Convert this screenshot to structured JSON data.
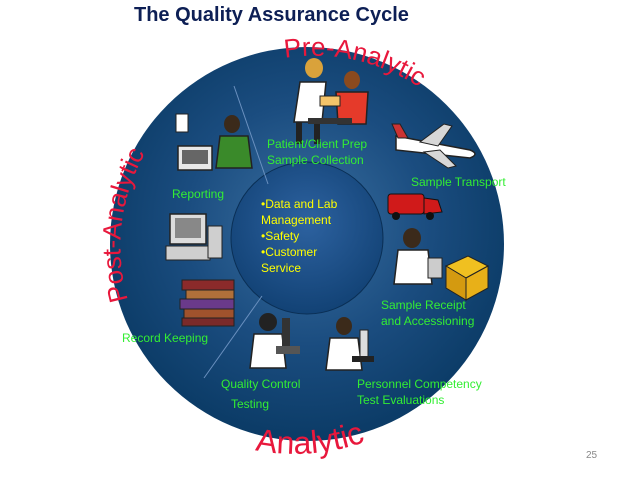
{
  "title": "The Quality Assurance Cycle",
  "phases": {
    "pre": "Pre-Analytic",
    "post": "Post-Analytic",
    "analytic": "Analytic"
  },
  "labels": {
    "patient_prep_1": "Patient/Client Prep",
    "patient_prep_2": "Sample Collection",
    "sample_transport": "Sample Transport",
    "sample_receipt_1": "Sample Receipt",
    "sample_receipt_2": "and Accessioning",
    "personnel_1": "Personnel Competency",
    "personnel_2": "Test Evaluations",
    "qc_1": "Quality Control",
    "qc_2": "Testing",
    "record_keeping": "Record Keeping",
    "reporting": "Reporting"
  },
  "center": {
    "item1_a": "•Data and Lab",
    "item1_b": "Management",
    "item2": "•Safety",
    "item3_a": "•Customer",
    "item3_b": "Service"
  },
  "page_number": "25",
  "colors": {
    "title": "#0d1f55",
    "phase_text": "#e8183c",
    "label_green": "#33ee33",
    "center_text": "#ffff00",
    "ring_dark": "#0b3b66",
    "ring_light": "#3a6fa0"
  },
  "icons": [
    "technician-drawing-blood-icon",
    "airplane-icon",
    "delivery-van-icon",
    "lab-worker-icon",
    "package-icon",
    "microscope-worker-icon",
    "scientist-with-flask-icon",
    "books-stack-icon",
    "computer-icon",
    "worker-at-computer-icon"
  ]
}
